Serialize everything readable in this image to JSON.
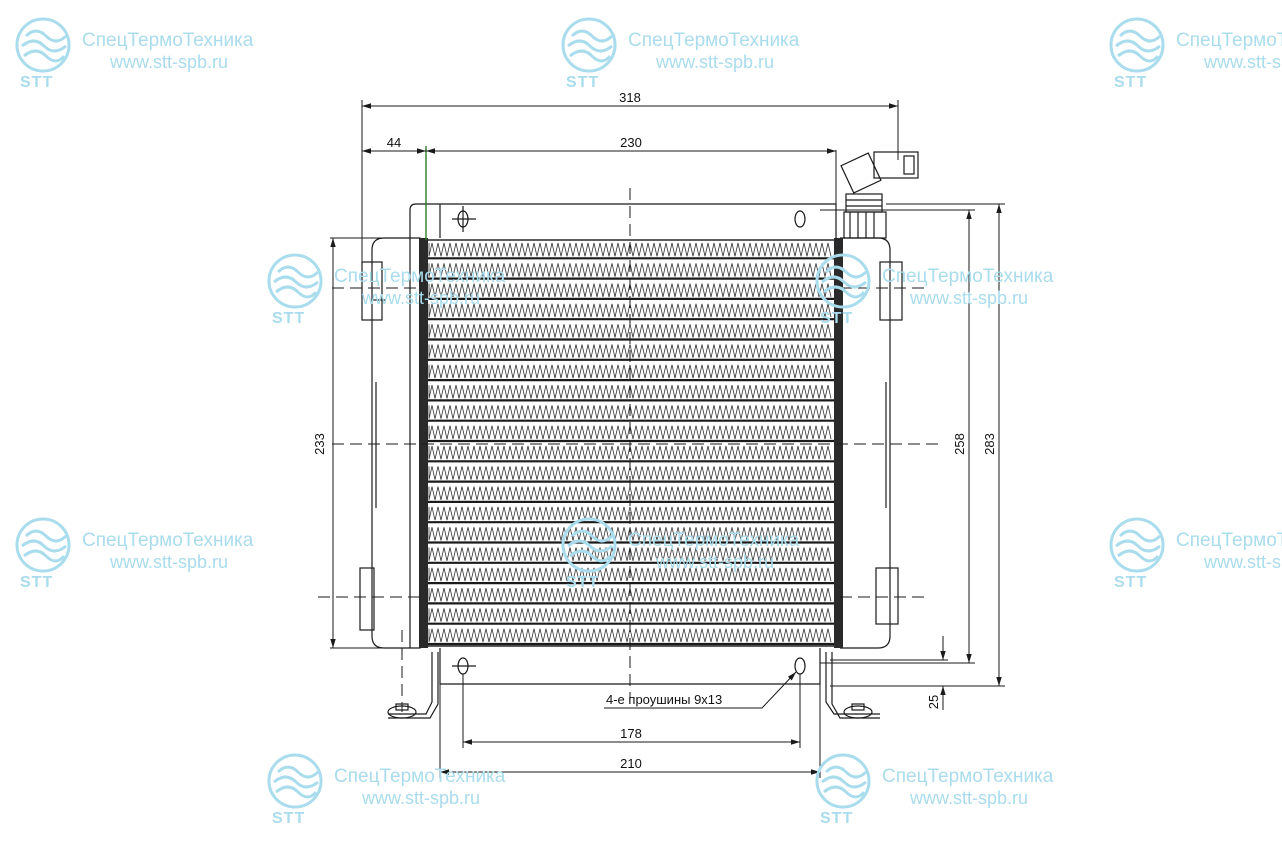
{
  "dimensions": {
    "overall_width": "318",
    "left_offset": "44",
    "core_width": "230",
    "core_height": "233",
    "mount_spacing_vertical": "258",
    "overall_height": "283",
    "foot_height": "25",
    "hole_spacing": "178",
    "foot_spacing": "210"
  },
  "callout": {
    "lugs": "4-е проушины 9х13"
  },
  "watermark": {
    "company": "СпецТермоТехника",
    "url": "www.stt-spb.ru",
    "logo_text": "STT"
  },
  "colors": {
    "line": "#1a1a1a",
    "watermark": "#a9dcec",
    "leader_green": "#2e7d32"
  }
}
